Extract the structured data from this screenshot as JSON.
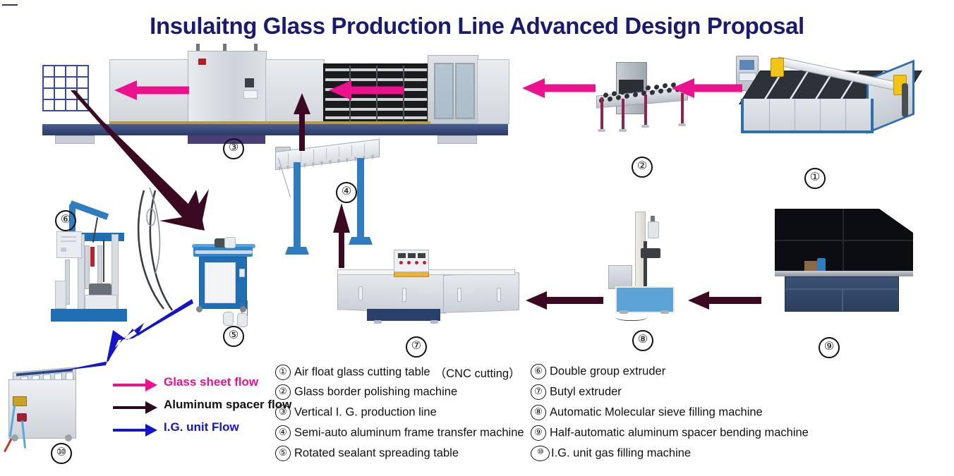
{
  "title": "Insulaitng Glass Production Line Advanced Design Proposal",
  "flow_key": [
    {
      "label": "Glass sheet flow",
      "color": "#EC118C",
      "name": "glass-sheet-flow"
    },
    {
      "label": "Aluminum spacer flow",
      "color": "#2B0A1C",
      "name": "aluminum-spacer-flow"
    },
    {
      "label": "I.G. unit Flow",
      "color": "#1414C8",
      "name": "ig-unit-flow"
    }
  ],
  "legend_left": [
    {
      "num": "①",
      "text": "Air float glass cutting table",
      "suffix": "（CNC  cutting）"
    },
    {
      "num": "②",
      "text": "Glass border polishing machine",
      "suffix": ""
    },
    {
      "num": "③",
      "text": "Vertical I. G. production line",
      "suffix": ""
    },
    {
      "num": "④",
      "text": "Semi-auto aluminum frame transfer machine",
      "suffix": ""
    },
    {
      "num": "⑤",
      "text": "Rotated sealant spreading table",
      "suffix": ""
    }
  ],
  "legend_right": [
    {
      "num": "⑥",
      "text": "Double group extruder",
      "suffix": ""
    },
    {
      "num": "⑦",
      "text": "Butyl extruder",
      "suffix": ""
    },
    {
      "num": "⑧",
      "text": "Automatic Molecular sieve filling machine",
      "suffix": ""
    },
    {
      "num": "⑨",
      "text": "Half-automatic aluminum spacer bending machine",
      "suffix": ""
    },
    {
      "num": "⑩",
      "text": "I.G. unit gas filling machine",
      "suffix": ""
    }
  ],
  "callouts": {
    "c1": "①",
    "c2": "②",
    "c3": "③",
    "c4": "④",
    "c5": "⑤",
    "c6": "⑥",
    "c7": "⑦",
    "c8": "⑧",
    "c9": "⑨",
    "c10": "⑩"
  },
  "machines": {
    "m1": "Air float glass cutting table (CNC cutting)",
    "m2": "Glass border polishing machine",
    "m3": "Vertical I. G. production line",
    "m4": "Semi-auto aluminum frame transfer machine",
    "m5": "Rotated sealant spreading table",
    "m6": "Double group extruder",
    "m7": "Butyl extruder",
    "m8": "Automatic Molecular sieve filling machine",
    "m9": "Half-automatic aluminum spacer bending machine",
    "m10": "I.G. unit gas filling machine"
  },
  "colors": {
    "title": "#1a1a6e",
    "glass_flow": "#EC118C",
    "spacer_flow": "#3B0A22",
    "ig_flow": "#1414C8",
    "machine_blue": "#2F7DBF",
    "background": "#FFFFFF"
  }
}
